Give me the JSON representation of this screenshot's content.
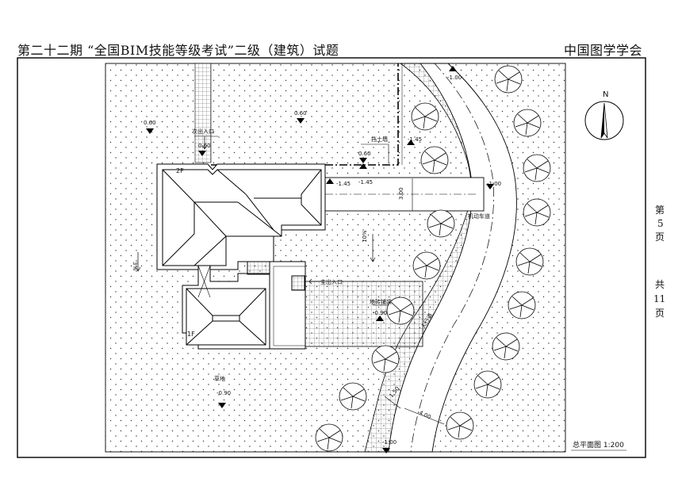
{
  "header": {
    "title": "第二十二期 “全国BIM技能等级考试”二级（建筑）试题",
    "org": "中国图学学会"
  },
  "side": {
    "page_chars": [
      "第",
      "5",
      "页"
    ],
    "total_chars": [
      "共",
      "11",
      "页"
    ]
  },
  "compass": {
    "label": "N"
  },
  "plan": {
    "caption": "总平面图 1:200",
    "floor_2f": "2F",
    "floor_1f": "1F",
    "entrance_secondary": "次出入口",
    "entrance_main": "主出入口",
    "retaining_wall": "挡土墙",
    "vehicle_road": "机动车道",
    "pedestrian_path": "人行道",
    "brick_paving": "地砖铺装",
    "lawn": "草地",
    "dim_road_w": "3.00",
    "dim_walk_w": "1.50",
    "dim_car_w": "4.00",
    "slope_left": "3%",
    "slope_mid": "10%",
    "elev": {
      "e1": "0.60",
      "e2": "0.60",
      "e3": "0.60",
      "e4": "0.60",
      "e5": "-1.00",
      "e6": "-1.45",
      "e7": "-1.45",
      "e8": "-1.45",
      "e9": "-1.00",
      "e10": "-0.90",
      "e11": "-0.90",
      "e12": "-1.00"
    }
  }
}
